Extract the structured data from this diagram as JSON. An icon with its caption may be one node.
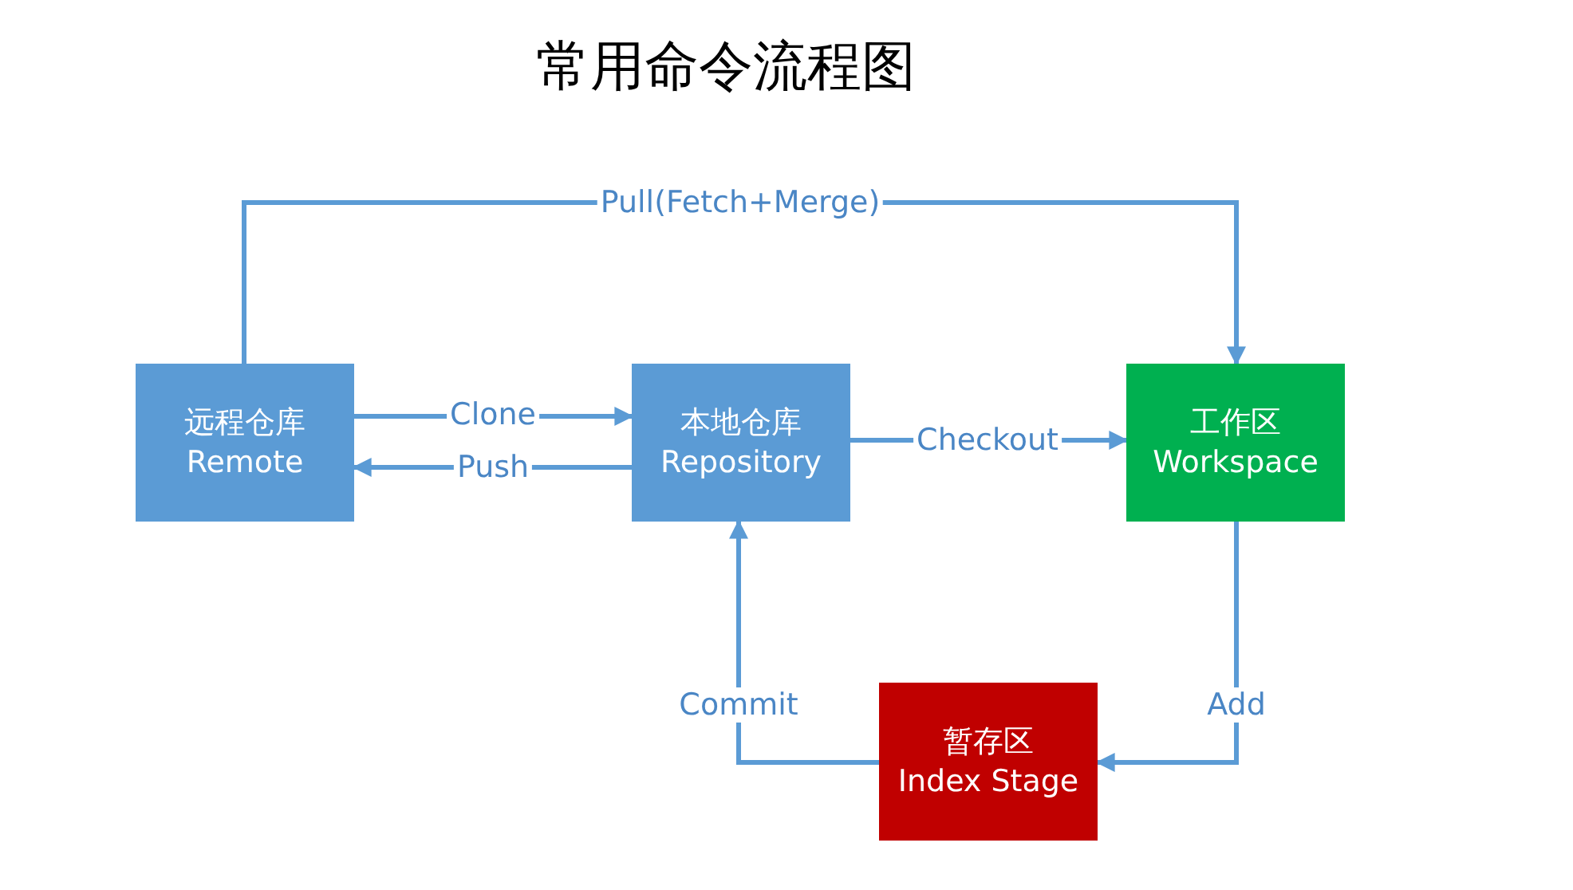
{
  "diagram": {
    "title": "常用命令流程图",
    "nodes": [
      {
        "text": [
          "远程仓库",
          "Remote"
        ]
      },
      {
        "text": [
          "本地仓库",
          "Repository"
        ]
      },
      {
        "text": [
          "工作区",
          "Workspace"
        ]
      },
      {
        "text": [
          "暂存区",
          "Index Stage"
        ]
      }
    ],
    "edges": [
      {
        "from": 0,
        "to": 2,
        "arrow": "to",
        "label": "Pull(Fetch+Merge)"
      },
      {
        "from": 0,
        "to": 1,
        "arrow": "to",
        "label": "Clone"
      },
      {
        "from": 1,
        "to": 0,
        "arrow": "to",
        "label": "Push"
      },
      {
        "from": 1,
        "to": 2,
        "arrow": "to",
        "label": "Checkout"
      },
      {
        "from": 2,
        "to": 3,
        "arrow": "to",
        "label": "Add"
      },
      {
        "from": 3,
        "to": 1,
        "arrow": "to",
        "label": "Commit"
      }
    ]
  }
}
